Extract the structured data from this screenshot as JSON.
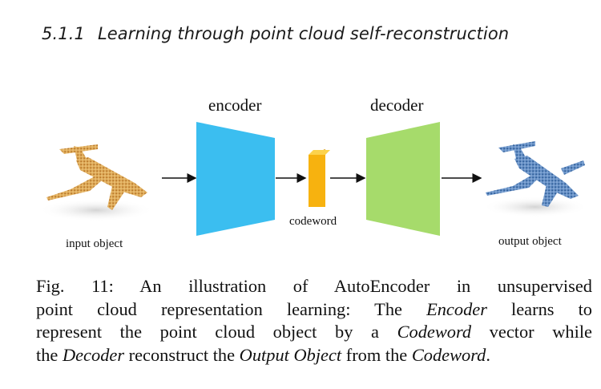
{
  "section": {
    "number": "5.1.1",
    "title": "Learning through point cloud self-reconstruction"
  },
  "diagram": {
    "encoder_label": "encoder",
    "decoder_label": "decoder",
    "codeword_label": "codeword",
    "input_label": "input object",
    "output_label": "output object",
    "colors": {
      "encoder": "#3bbef0",
      "decoder": "#a6db6b",
      "codeword": "#f7b20f",
      "input_points": "#d9a14a",
      "output_points": "#4f7fb8"
    }
  },
  "caption": {
    "l1": "Fig. 11: An illustration of AutoEncoder in unsupervised",
    "l2a": "point cloud representation learning: The ",
    "l2b": "Encoder",
    "l2c": " learns to",
    "l3a": "represent the point cloud object by a ",
    "l3b": "Codeword",
    "l3c": " vector while",
    "l4a": "the ",
    "l4b": "Decoder",
    "l4c": " reconstruct the ",
    "l4d": "Output Object",
    "l4e": " from the ",
    "l4f": "Codeword",
    "l4g": "."
  }
}
